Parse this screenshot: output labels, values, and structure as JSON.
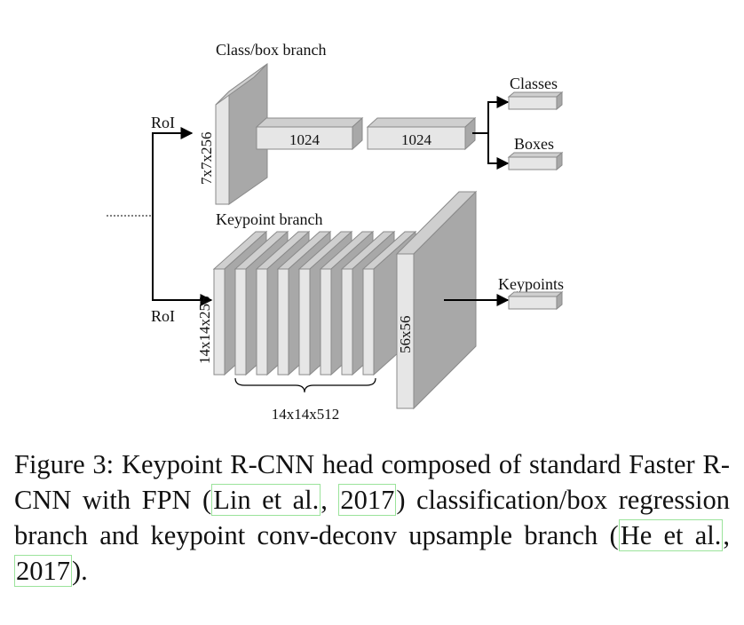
{
  "diagram": {
    "labels": {
      "class_box_branch": "Class/box branch",
      "keypoint_branch": "Keypoint branch",
      "roi_top": "RoI",
      "roi_bottom": "RoI",
      "feat_7x7": "7x7x256",
      "fc1": "1024",
      "fc2": "1024",
      "classes": "Classes",
      "boxes": "Boxes",
      "feat_14x14": "14x14x256",
      "conv_stack": "14x14x512",
      "deconv": "56x56",
      "keypoints": "Keypoints"
    },
    "colors": {
      "box_front": "#e6e6e6",
      "box_side": "#a8a8a8",
      "box_top": "#cfcfcf",
      "stroke": "#7a7a7a",
      "line": "#000000"
    }
  },
  "caption": {
    "p1": "Figure 3:  Keypoint R-CNN head composed of standard Faster R-CNN with FPN (",
    "cite1_author": "Lin et al.",
    "sep1": ", ",
    "cite1_year": "2017",
    "p2": ") classification/box regression branch and keypoint conv-deconv upsample branch (",
    "cite2_author": "He et al.",
    "sep2": ", ",
    "cite2_year": "2017",
    "p3": ")."
  }
}
